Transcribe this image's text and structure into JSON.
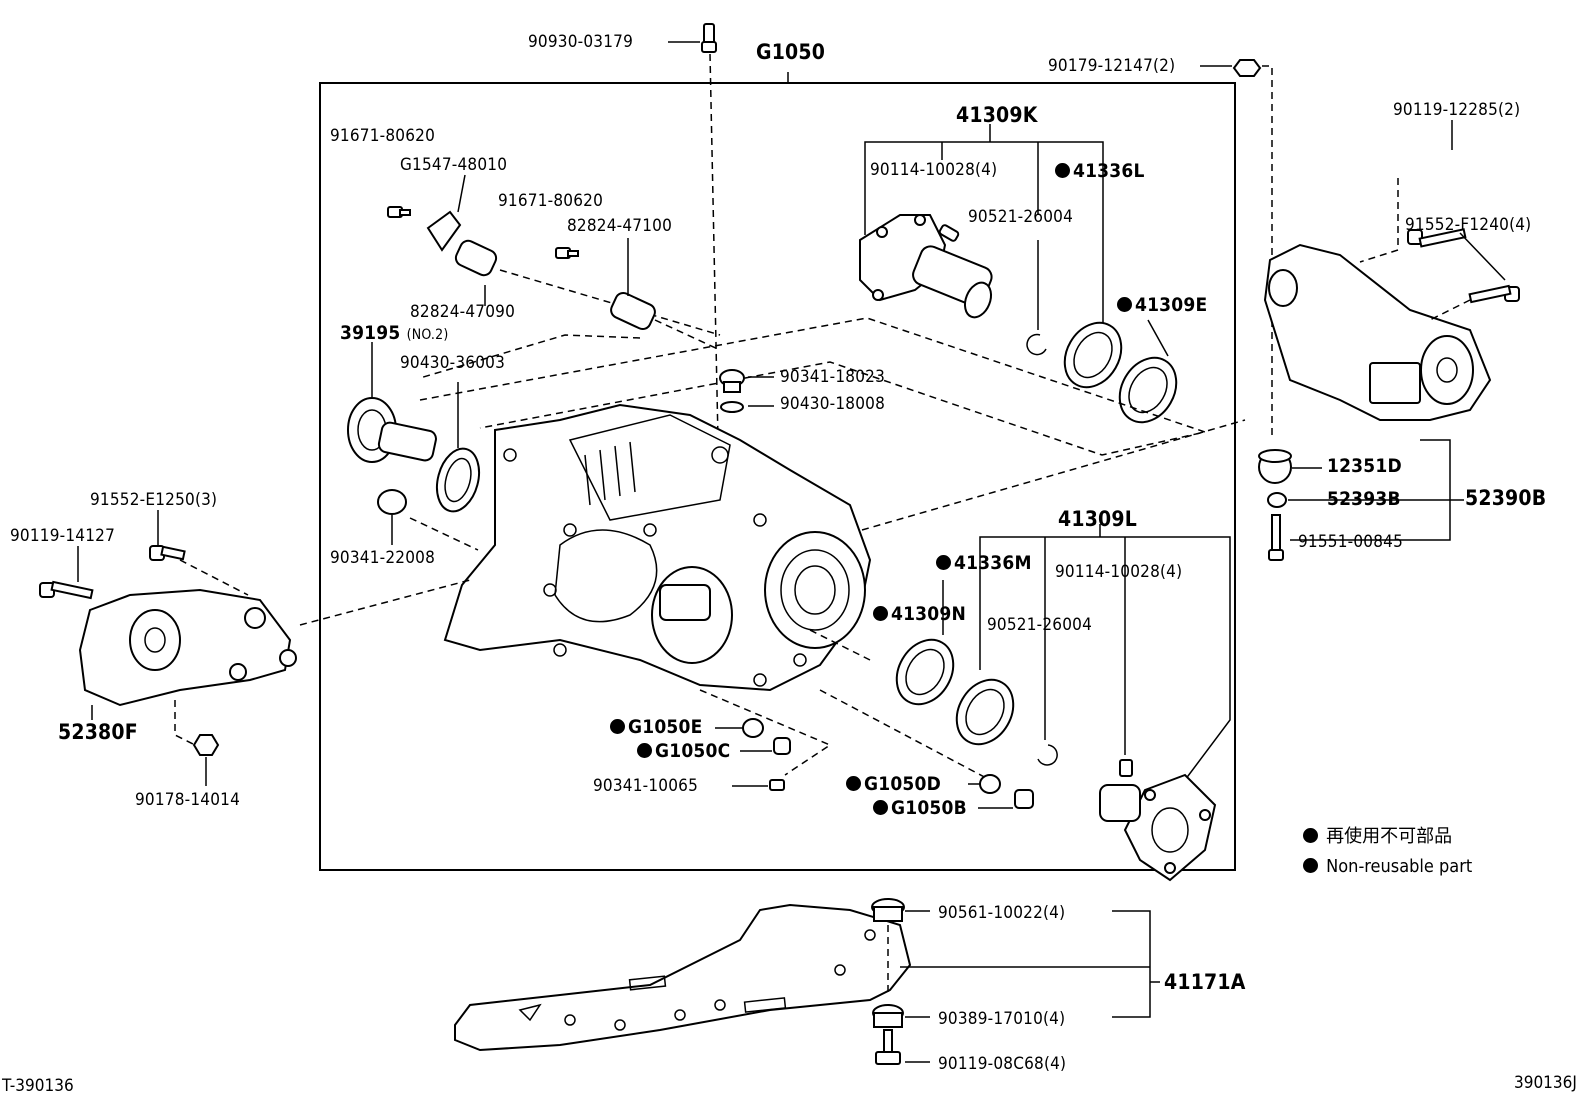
{
  "group_labels": {
    "g1050": "G1050",
    "k41309": "41309K",
    "l41309": "41309L",
    "a41171": "41171A",
    "b52390": "52390B"
  },
  "parts": {
    "p_90930_03179": "90930-03179",
    "p_90179_12147": "90179-12147(2)",
    "p_90119_12285": "90119-12285(2)",
    "p_91552_F1240": "91552-F1240(4)",
    "p_91671_80620_a": "91671-80620",
    "p_G1547_48010": "G1547-48010",
    "p_91671_80620_b": "91671-80620",
    "p_82824_47100": "82824-47100",
    "p_82824_47090": "82824-47090",
    "p_90114_10028_k": "90114-10028(4)",
    "p_41336L": "41336L",
    "p_90521_26004_k": "90521-26004",
    "p_41309E": "41309E",
    "p_39195": "39195",
    "p_39195_note": "(NO.2)",
    "p_90430_36003": "90430-36003",
    "p_90341_18023": "90341-18023",
    "p_90430_18008": "90430-18008",
    "p_12351D": "12351D",
    "p_52393B": "52393B",
    "p_91551_00845": "91551-00845",
    "p_91552_E1250": "91552-E1250(3)",
    "p_90119_14127": "90119-14127",
    "p_90341_22008": "90341-22008",
    "p_41336M": "41336M",
    "p_90114_10028_l": "90114-10028(4)",
    "p_41309N": "41309N",
    "p_90521_26004_l": "90521-26004",
    "p_52380F": "52380F",
    "p_G1050E": "G1050E",
    "p_G1050C": "G1050C",
    "p_90341_10065": "90341-10065",
    "p_G1050D": "G1050D",
    "p_G1050B": "G1050B",
    "p_90178_14014": "90178-14014",
    "p_90561_10022": "90561-10022(4)",
    "p_90389_17010": "90389-17010(4)",
    "p_90119_08C68": "90119-08C68(4)"
  },
  "legend": {
    "line1": "再使用不可部品",
    "line2": "Non-reusable part"
  },
  "footer": {
    "left_code": "T-390136",
    "right_code": "390136J"
  }
}
